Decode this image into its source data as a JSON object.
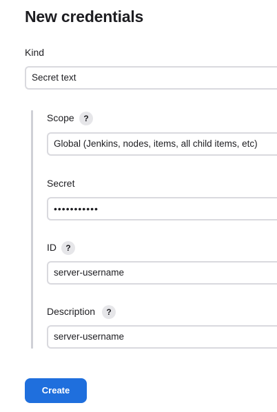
{
  "page": {
    "title": "New credentials"
  },
  "form": {
    "kind": {
      "label": "Kind",
      "value": "Secret text"
    },
    "scope": {
      "label": "Scope",
      "help": "?",
      "value": "Global (Jenkins, nodes, items, all child items, etc)"
    },
    "secret": {
      "label": "Secret",
      "value": "•••••••••••"
    },
    "id": {
      "label": "ID",
      "help": "?",
      "value": "server-username"
    },
    "description": {
      "label": "Description",
      "help": "?",
      "value": "server-username"
    },
    "submit_label": "Create"
  },
  "colors": {
    "primary_button": "#1f6fdd",
    "field_border": "#d9d9de",
    "help_badge": "#e6e6e9"
  }
}
